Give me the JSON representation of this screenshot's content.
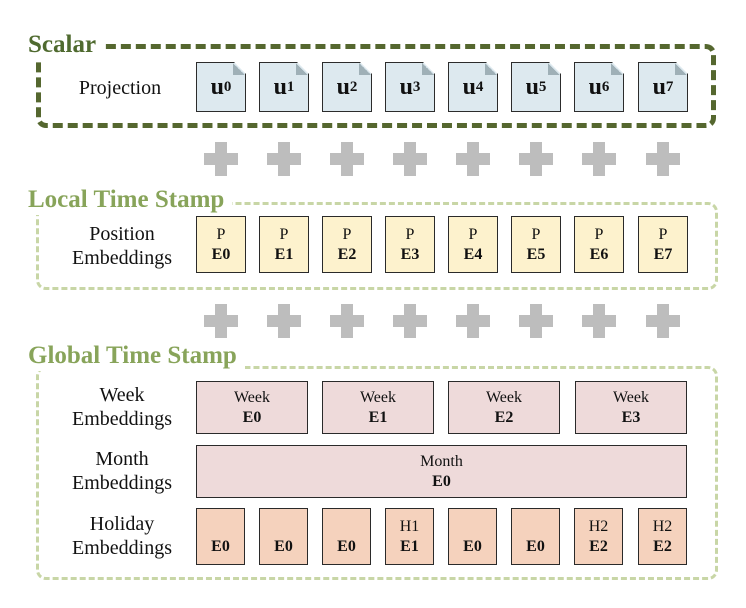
{
  "sections": {
    "scalar": {
      "title": "Scalar",
      "row_label": "Projection"
    },
    "local": {
      "title": "Local Time Stamp",
      "row_label": [
        "Position",
        "Embeddings"
      ]
    },
    "global": {
      "title": "Global Time Stamp",
      "week_label": [
        "Week",
        "Embeddings"
      ],
      "month_label": [
        "Month",
        "Embeddings"
      ],
      "holiday_label": [
        "Holiday",
        "Embeddings"
      ]
    }
  },
  "projection_tokens": [
    {
      "base": "u",
      "sub": "0"
    },
    {
      "base": "u",
      "sub": "1"
    },
    {
      "base": "u",
      "sub": "2"
    },
    {
      "base": "u",
      "sub": "3"
    },
    {
      "base": "u",
      "sub": "4"
    },
    {
      "base": "u",
      "sub": "5"
    },
    {
      "base": "u",
      "sub": "6"
    },
    {
      "base": "u",
      "sub": "7"
    }
  ],
  "position_embeddings": [
    {
      "label": "P",
      "code": "E0"
    },
    {
      "label": "P",
      "code": "E1"
    },
    {
      "label": "P",
      "code": "E2"
    },
    {
      "label": "P",
      "code": "E3"
    },
    {
      "label": "P",
      "code": "E4"
    },
    {
      "label": "P",
      "code": "E5"
    },
    {
      "label": "P",
      "code": "E6"
    },
    {
      "label": "P",
      "code": "E7"
    }
  ],
  "week_embeddings": [
    {
      "label": "Week",
      "code": "E0"
    },
    {
      "label": "Week",
      "code": "E1"
    },
    {
      "label": "Week",
      "code": "E2"
    },
    {
      "label": "Week",
      "code": "E3"
    }
  ],
  "month_embedding": {
    "label": "Month",
    "code": "E0"
  },
  "holiday_embeddings": [
    {
      "label": "",
      "code": "E0"
    },
    {
      "label": "",
      "code": "E0"
    },
    {
      "label": "",
      "code": "E0"
    },
    {
      "label": "H1",
      "code": "E1"
    },
    {
      "label": "",
      "code": "E0"
    },
    {
      "label": "",
      "code": "E0"
    },
    {
      "label": "H2",
      "code": "E2"
    },
    {
      "label": "H2",
      "code": "E2"
    }
  ],
  "colors": {
    "scalar_border": "#55672f",
    "scalar_title": "#4f6a2f",
    "section_border": "#c8d6a6",
    "section_title": "#88a45a",
    "projection_fill": "#dde9ef",
    "position_fill": "#fdf2cd",
    "week_month_fill": "#eedada",
    "holiday_fill": "#f5d2bd",
    "plus_fill": "#bdbdbd"
  }
}
